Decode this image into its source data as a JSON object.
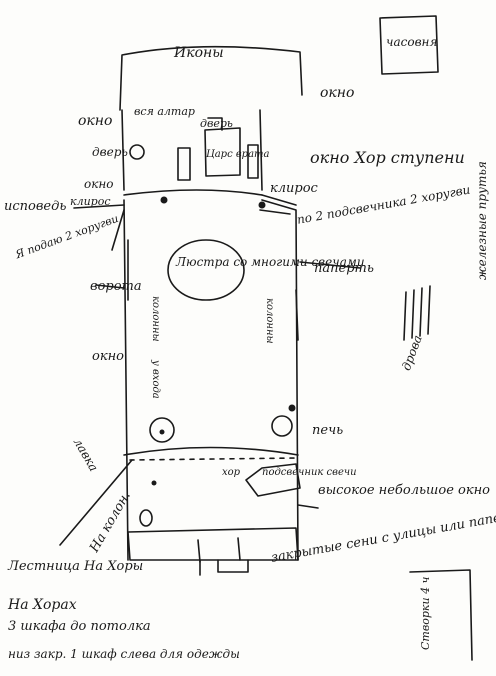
{
  "labels": {
    "iconostasis": "Иконы",
    "clock": "часовня",
    "window_top_right": "окно",
    "window_left": "окно",
    "whole_altar": "вся алтар",
    "door_left": "дверь",
    "tables": "дверь",
    "royal_doors": "Царс врата",
    "window_ledge": "окно",
    "confession": "исповедь",
    "kliros_left": "клирос",
    "kliros_right": "клирос",
    "choir_steps": "окно Хор ступени",
    "iron_gates": "железные прутья",
    "candlestand_left": "Я подаю 2 хоругви",
    "two_candlesticks": "по 2 подсвечника 2 хоругви",
    "chandelier": "Люстра со многими свечами",
    "porch": "паперть",
    "gates": "ворота",
    "near_altar": "у входа",
    "columns_left": "колонны",
    "columns_right": "колонны",
    "window_mid": "окно",
    "stove": "печь",
    "high_window": "высокое небольшое окно",
    "bench": "лавка",
    "choir_below": "хор",
    "candle_box": "подсвечник свечи",
    "closed_door": "закрытые сени с улицы или паперть",
    "ladder_to_choir": "Лестница На Хоры",
    "on_choirs": "На Хорах",
    "cabinets": "3 шкафа до потолка",
    "closed_cabinet": "низ закр. 1 шкаф слева для одежды",
    "on_left_column": "На колон.",
    "corner_notes": "Створки 4 ч",
    "wood_stove": "дрова"
  }
}
